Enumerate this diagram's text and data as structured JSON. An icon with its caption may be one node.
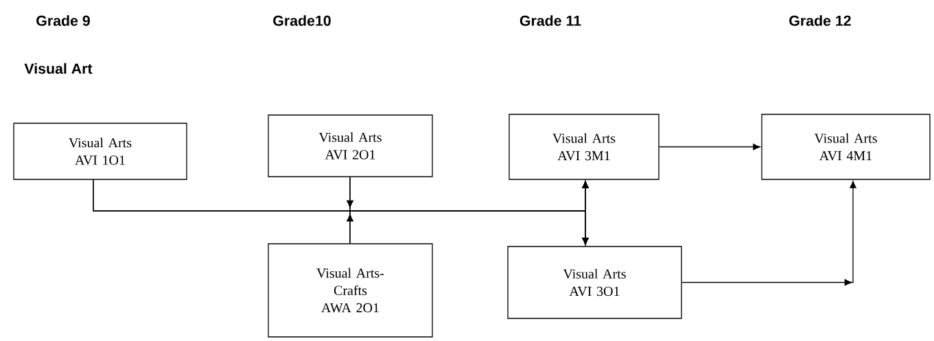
{
  "diagram": {
    "nodes": [
      {
        "text": [
          "Visual Arts AVI 1O1"
        ]
      },
      {
        "text": [
          "Visual Arts AVI 2O1"
        ]
      },
      {
        "text": [
          "Visual Arts- Crafts AWA 2O1"
        ]
      },
      {
        "text": [
          "Visual Arts AVI 3M1"
        ]
      },
      {
        "text": [
          "Visual Arts AVI 4M1"
        ]
      },
      {
        "text": [
          "Visual Arts AVI 3O1"
        ]
      }
    ],
    "edges": [
      {
        "from": 0,
        "to": 3,
        "arrow": "to"
      },
      {
        "from": 0,
        "to": 5,
        "arrow": "to"
      },
      {
        "from": 1,
        "to": 3,
        "arrow": "to"
      },
      {
        "from": 1,
        "to": 5,
        "arrow": "to"
      },
      {
        "from": 2,
        "to": 3,
        "arrow": "to"
      },
      {
        "from": 2,
        "to": 5,
        "arrow": "to"
      },
      {
        "from": 3,
        "to": 4,
        "arrow": "to"
      },
      {
        "from": 5,
        "to": 4,
        "arrow": "to"
      }
    ],
    "labels": [
      "Grade 9",
      "Grade10",
      "Grade 11",
      "Grade 12",
      "Visual Art"
    ]
  }
}
